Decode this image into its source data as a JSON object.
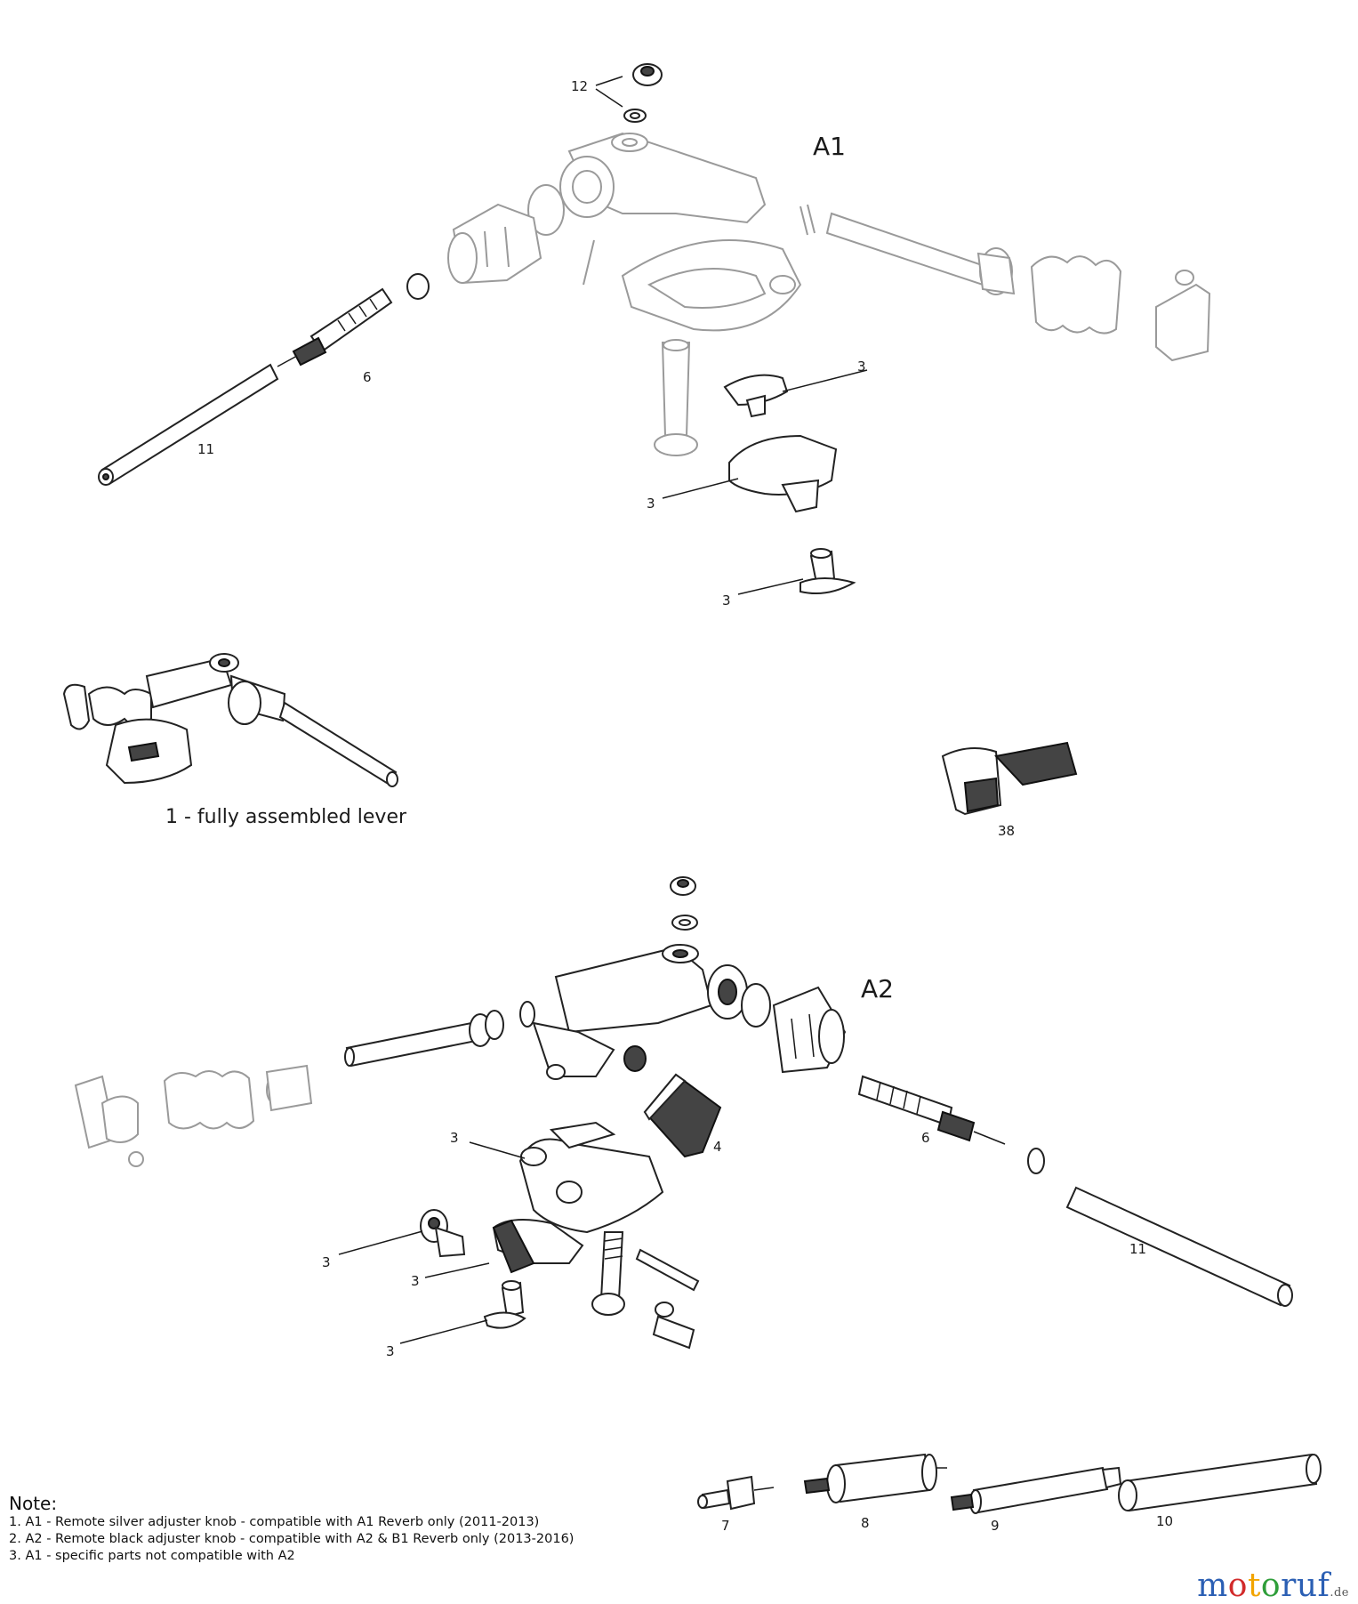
{
  "assemblies": {
    "a1": {
      "label": "A1"
    },
    "a2": {
      "label": "A2"
    }
  },
  "callouts": {
    "a1_12": "12",
    "a1_6": "6",
    "a1_11": "11",
    "a1_3a": "3",
    "a1_3b": "3",
    "a1_3c": "3",
    "assembled": "1 - fully assembled lever",
    "p38": "38",
    "a2_3a": "3",
    "a2_4": "4",
    "a2_6": "6",
    "a2_11": "11",
    "a2_3b": "3",
    "a2_3c": "3",
    "a2_3d": "3",
    "p7": "7",
    "p8": "8",
    "p9": "9",
    "p10": "10"
  },
  "notes": {
    "title": "Note:",
    "lines": [
      "1. A1 - Remote silver adjuster knob - compatible with A1 Reverb only (2011-2013)",
      "2. A2 - Remote black adjuster knob - compatible with A2 & B1 Reverb only (2013-2016)",
      "3. A1 - specific parts not compatible with A2"
    ]
  },
  "watermark": {
    "main": "motoruf",
    "tld": ".de"
  },
  "colors": {
    "line": "#1a1a1a",
    "ghost_part": "#9a9a9a",
    "logo_m": "#2b5fb4",
    "logo_o1": "#d22b2b",
    "logo_t": "#f2a400",
    "logo_o2": "#2f9e3a",
    "logo_rest": "#2b5fb4"
  }
}
